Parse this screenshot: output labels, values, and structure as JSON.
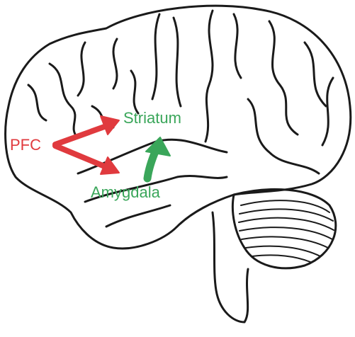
{
  "diagram": {
    "labels": {
      "pfc": "PFC",
      "striatum": "Striatum",
      "amygdala": "Amygdala"
    },
    "colors": {
      "pfc": "#e03a3e",
      "subcortical": "#3aa65a",
      "outline": "#1a1a1a"
    },
    "connections": [
      {
        "from": "PFC",
        "to": "Striatum",
        "color": "#e03a3e"
      },
      {
        "from": "PFC",
        "to": "Amygdala",
        "color": "#e03a3e"
      },
      {
        "from": "Amygdala",
        "to": "Striatum",
        "color": "#3aa65a"
      }
    ]
  }
}
